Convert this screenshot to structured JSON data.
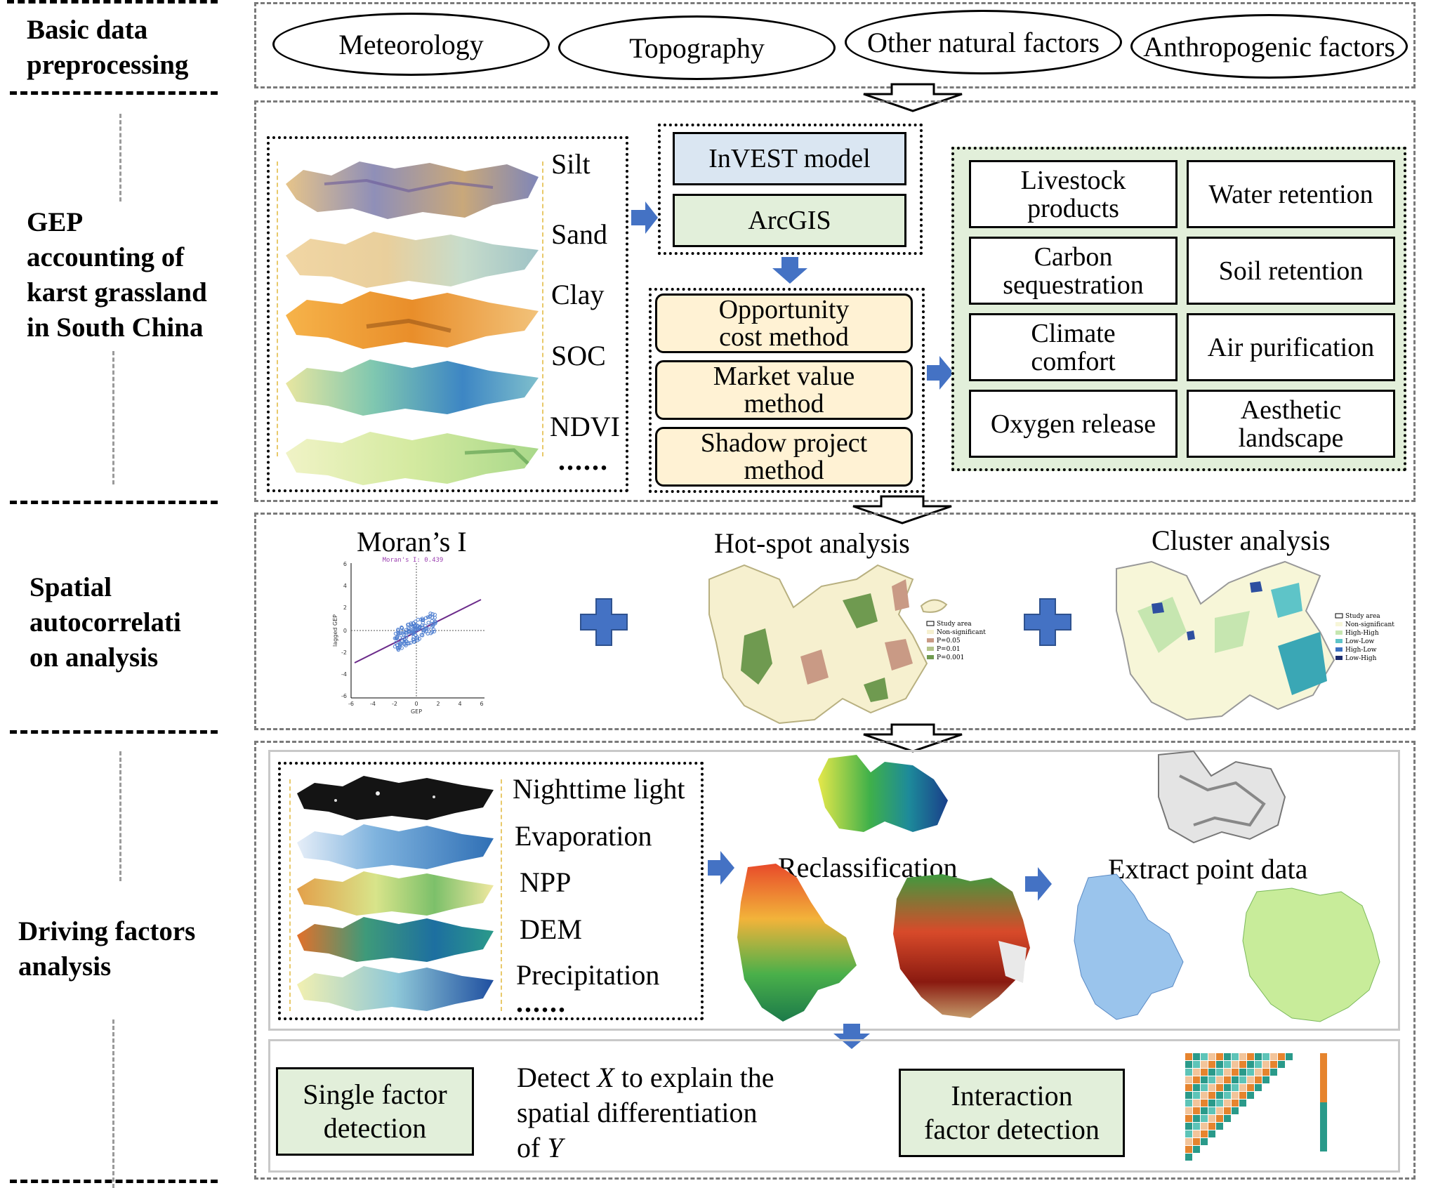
{
  "sections": {
    "s1": "Basic data preprocessing",
    "s1_line1": "Basic data",
    "s1_line2": "preprocessing",
    "s2_line1": "GEP",
    "s2_line2": "accounting of",
    "s2_line3": "karst grassland",
    "s2_line4": "in South China",
    "s3_line1": "Spatial",
    "s3_line2": "autocorrelati",
    "s3_line3": "on analysis",
    "s4_line1": "Driving factors",
    "s4_line2": "analysis"
  },
  "data_sources": [
    "Meteorology",
    "Topography",
    "Other natural factors",
    "Anthropogenic factors"
  ],
  "soil_layers": [
    "Silt",
    "Sand",
    "Clay",
    "SOC",
    "NDVI",
    "......"
  ],
  "models": {
    "invest": "InVEST model",
    "arcgis": "ArcGIS"
  },
  "methods": {
    "m1a": "Opportunity",
    "m1b": "cost method",
    "m2a": "Market value",
    "m2b": "method",
    "m3a": "Shadow project",
    "m3b": "method"
  },
  "services": {
    "livestock_a": "Livestock",
    "livestock_b": "products",
    "water": "Water retention",
    "carbon_a": "Carbon",
    "carbon_b": "sequestration",
    "soil": "Soil retention",
    "climate_a": "Climate",
    "climate_b": "comfort",
    "air": "Air purification",
    "oxygen": "Oxygen release",
    "aesthetic_a": "Aesthetic",
    "aesthetic_b": "landscape"
  },
  "spatial": {
    "moran_title": "Moran’s I",
    "moran_inner_title": "Moran's I: 0.439",
    "moran_xlabel": "GEP",
    "moran_ylabel": "lagged GEP",
    "moran_xticks": [
      "-6",
      "-4",
      "-2",
      "0",
      "2",
      "4",
      "6"
    ],
    "moran_yticks": [
      "6",
      "4",
      "2",
      "0",
      "-2",
      "-4",
      "-6"
    ],
    "hotspot_title": "Hot-spot analysis",
    "hotspot_legend": [
      "Study area",
      "Non-significant",
      "P=0.05",
      "P=0.01",
      "P=0.001"
    ],
    "cluster_title": "Cluster analysis",
    "cluster_legend": [
      "Study area",
      "Non-significant",
      "High-High",
      "Low-Low",
      "High-Low",
      "Low-High"
    ]
  },
  "drivers": {
    "layers": [
      "Nighttime light",
      "Evaporation",
      "NPP",
      "DEM",
      "Precipitation",
      "......"
    ],
    "reclass": "Reclassification",
    "extract": "Extract point data"
  },
  "detection": {
    "single_a": "Single factor",
    "single_b": "detection",
    "detect_l1_pre": "Detect ",
    "detect_l1_x": "X",
    "detect_l1_post": " to explain the",
    "detect_l2": "spatial differentiation",
    "detect_l3_pre": "of ",
    "detect_l3_y": "Y",
    "interaction_a": "Interaction",
    "interaction_b": "factor detection"
  },
  "colors": {
    "blue_box": "#dae6f2",
    "green_box": "#e2efda",
    "method_box": "#fff2d4",
    "arrow_blue": "#4472c4",
    "service_panel": "#e2efda"
  }
}
